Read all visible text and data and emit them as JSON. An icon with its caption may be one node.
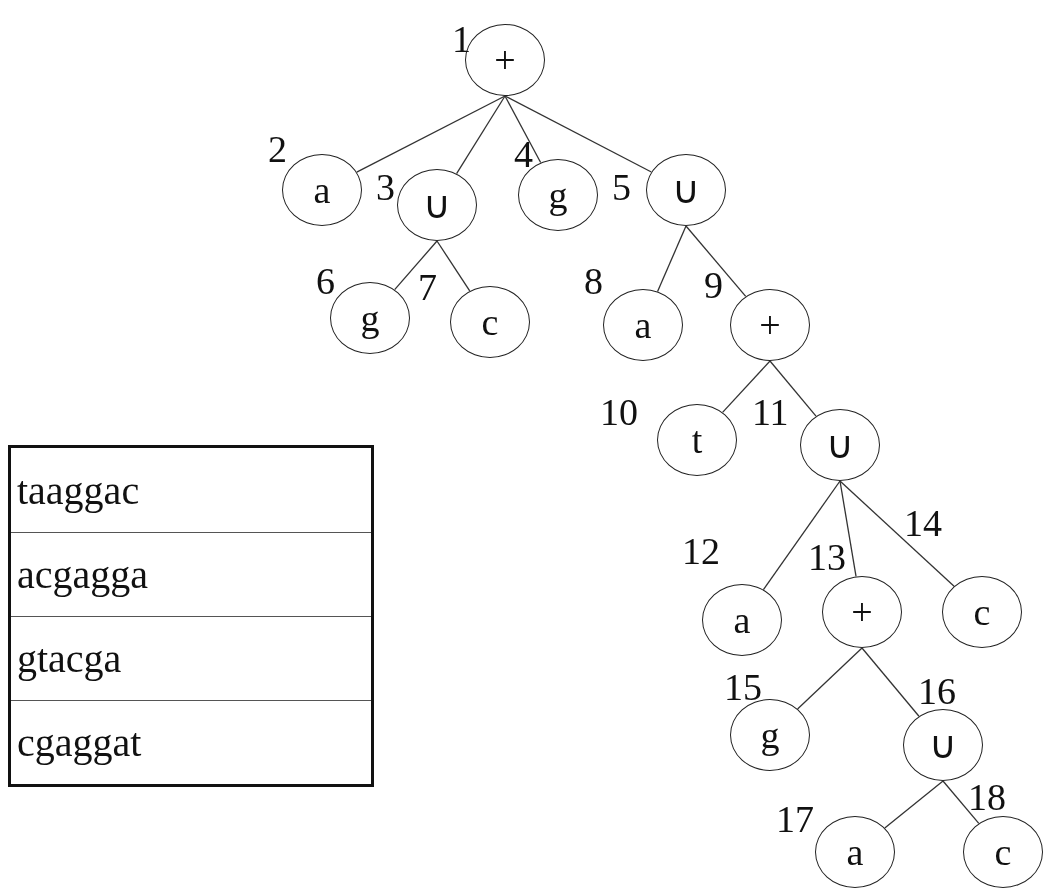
{
  "diagram": {
    "nodes": [
      {
        "text": [
          "+"
        ],
        "beside": [
          "1"
        ]
      },
      {
        "text": [
          "a"
        ],
        "beside": [
          "2"
        ]
      },
      {
        "text": [
          "∪"
        ],
        "beside": [
          "3"
        ]
      },
      {
        "text": [
          "g"
        ],
        "beside": [
          "4"
        ]
      },
      {
        "text": [
          "∪"
        ],
        "beside": [
          "5"
        ]
      },
      {
        "text": [
          "g"
        ],
        "beside": [
          "6"
        ]
      },
      {
        "text": [
          "c"
        ],
        "beside": [
          "7"
        ]
      },
      {
        "text": [
          "a"
        ],
        "beside": [
          "8"
        ]
      },
      {
        "text": [
          "+"
        ],
        "beside": [
          "9"
        ]
      },
      {
        "text": [
          "t"
        ],
        "beside": [
          "10"
        ]
      },
      {
        "text": [
          "∪"
        ],
        "beside": [
          "11"
        ]
      },
      {
        "text": [
          "a"
        ],
        "beside": [
          "12"
        ]
      },
      {
        "text": [
          "+"
        ],
        "beside": [
          "13"
        ]
      },
      {
        "text": [
          "c"
        ],
        "beside": [
          "14"
        ]
      },
      {
        "text": [
          "g"
        ],
        "beside": [
          "15"
        ]
      },
      {
        "text": [
          "∪"
        ],
        "beside": [
          "16"
        ]
      },
      {
        "text": [
          "a"
        ],
        "beside": [
          "17"
        ]
      },
      {
        "text": [
          "c"
        ],
        "beside": [
          "18"
        ]
      }
    ],
    "edges": [
      {
        "from": 0,
        "to": 1,
        "arrow": "none"
      },
      {
        "from": 0,
        "to": 2,
        "arrow": "none"
      },
      {
        "from": 0,
        "to": 3,
        "arrow": "none"
      },
      {
        "from": 0,
        "to": 4,
        "arrow": "none"
      },
      {
        "from": 2,
        "to": 5,
        "arrow": "none"
      },
      {
        "from": 2,
        "to": 6,
        "arrow": "none"
      },
      {
        "from": 4,
        "to": 7,
        "arrow": "none"
      },
      {
        "from": 4,
        "to": 8,
        "arrow": "none"
      },
      {
        "from": 8,
        "to": 9,
        "arrow": "none"
      },
      {
        "from": 8,
        "to": 10,
        "arrow": "none"
      },
      {
        "from": 10,
        "to": 11,
        "arrow": "none"
      },
      {
        "from": 10,
        "to": 12,
        "arrow": "none"
      },
      {
        "from": 10,
        "to": 13,
        "arrow": "none"
      },
      {
        "from": 12,
        "to": 14,
        "arrow": "none"
      },
      {
        "from": 12,
        "to": 15,
        "arrow": "none"
      },
      {
        "from": 15,
        "to": 16,
        "arrow": "none"
      },
      {
        "from": 15,
        "to": 17,
        "arrow": "none"
      }
    ],
    "labels": [
      "taaggac",
      "acgagga",
      "gtacga",
      "cgaggat"
    ]
  }
}
